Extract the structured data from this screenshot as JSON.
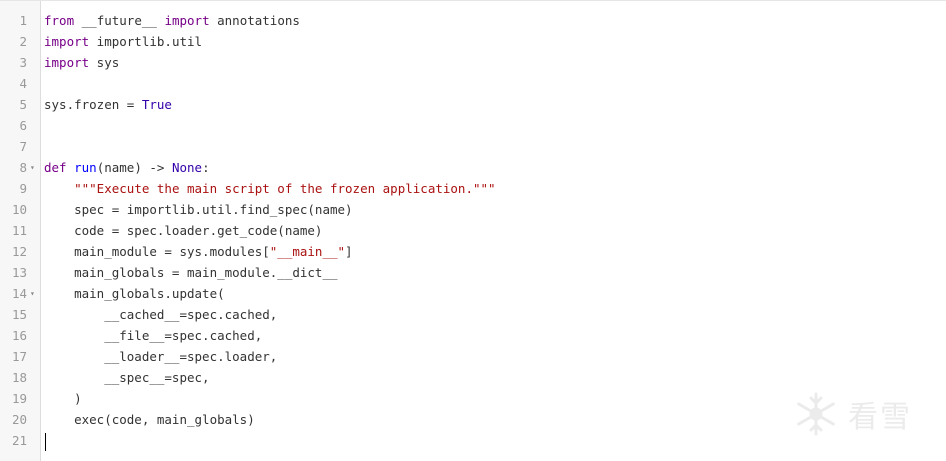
{
  "editor": {
    "lines": [
      {
        "num": "1",
        "fold": "",
        "tokens": [
          [
            "kw",
            "from"
          ],
          [
            "op",
            " "
          ],
          [
            "var",
            "__future__"
          ],
          [
            "op",
            " "
          ],
          [
            "kw",
            "import"
          ],
          [
            "op",
            " annotations"
          ]
        ]
      },
      {
        "num": "2",
        "fold": "",
        "tokens": [
          [
            "kw",
            "import"
          ],
          [
            "op",
            " importlib.util"
          ]
        ]
      },
      {
        "num": "3",
        "fold": "",
        "tokens": [
          [
            "kw",
            "import"
          ],
          [
            "op",
            " sys"
          ]
        ]
      },
      {
        "num": "4",
        "fold": "",
        "tokens": []
      },
      {
        "num": "5",
        "fold": "",
        "tokens": [
          [
            "var",
            "sys"
          ],
          [
            "op",
            ".frozen = "
          ],
          [
            "builtin",
            "True"
          ]
        ]
      },
      {
        "num": "6",
        "fold": "",
        "tokens": []
      },
      {
        "num": "7",
        "fold": "",
        "tokens": []
      },
      {
        "num": "8",
        "fold": "▾",
        "tokens": [
          [
            "kw",
            "def"
          ],
          [
            "op",
            " "
          ],
          [
            "def",
            "run"
          ],
          [
            "op",
            "(name) -> "
          ],
          [
            "builtin",
            "None"
          ],
          [
            "op",
            ":"
          ]
        ]
      },
      {
        "num": "9",
        "fold": "",
        "tokens": [
          [
            "op",
            "    "
          ],
          [
            "str",
            "\"\"\"Execute the main script of the frozen application.\"\"\""
          ]
        ]
      },
      {
        "num": "10",
        "fold": "",
        "tokens": [
          [
            "op",
            "    spec = importlib.util.find_spec(name)"
          ]
        ]
      },
      {
        "num": "11",
        "fold": "",
        "tokens": [
          [
            "op",
            "    code = spec.loader.get_code(name)"
          ]
        ]
      },
      {
        "num": "12",
        "fold": "",
        "tokens": [
          [
            "op",
            "    main_module = sys.modules["
          ],
          [
            "str",
            "\"__main__\""
          ],
          [
            "op",
            "]"
          ]
        ]
      },
      {
        "num": "13",
        "fold": "",
        "tokens": [
          [
            "op",
            "    main_globals = main_module.__dict__"
          ]
        ]
      },
      {
        "num": "14",
        "fold": "▾",
        "tokens": [
          [
            "op",
            "    main_globals.update("
          ]
        ]
      },
      {
        "num": "15",
        "fold": "",
        "tokens": [
          [
            "op",
            "        __cached__=spec.cached,"
          ]
        ]
      },
      {
        "num": "16",
        "fold": "",
        "tokens": [
          [
            "op",
            "        __file__=spec.cached,"
          ]
        ]
      },
      {
        "num": "17",
        "fold": "",
        "tokens": [
          [
            "op",
            "        __loader__=spec.loader,"
          ]
        ]
      },
      {
        "num": "18",
        "fold": "",
        "tokens": [
          [
            "op",
            "        __spec__=spec,"
          ]
        ]
      },
      {
        "num": "19",
        "fold": "",
        "tokens": [
          [
            "op",
            "    )"
          ]
        ]
      },
      {
        "num": "20",
        "fold": "",
        "tokens": [
          [
            "op",
            "    exec(code, main_globals)"
          ]
        ]
      },
      {
        "num": "21",
        "fold": "",
        "tokens": []
      }
    ]
  },
  "watermark": {
    "text": "看雪",
    "icon": "snowflake-icon"
  },
  "colors": {
    "keyword": "#770088",
    "def": "#0000ff",
    "string": "#aa1111",
    "builtin": "#3300aa",
    "line_number": "#999999"
  }
}
